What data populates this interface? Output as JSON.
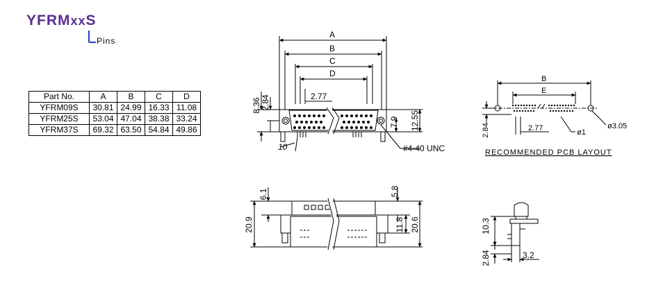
{
  "header": {
    "part_prefix": "YFRM",
    "part_xx": "xx",
    "part_suffix": "S",
    "pins_label": "Pins"
  },
  "table": {
    "headers": [
      "Part No.",
      "A",
      "B",
      "C",
      "D"
    ],
    "rows": [
      [
        "YFRM09S",
        "30.81",
        "24.99",
        "16.33",
        "11.08"
      ],
      [
        "YFRM25S",
        "53.04",
        "47.04",
        "38.38",
        "33.24"
      ],
      [
        "YFRM37S",
        "69.32",
        "63.50",
        "54.84",
        "49.86"
      ]
    ]
  },
  "front_view": {
    "dim_a": "A",
    "dim_b": "B",
    "dim_c": "C",
    "dim_d": "D",
    "dim_pitch": "2.77",
    "dim_836": "8.36",
    "dim_284": "2.84",
    "dim_79": "7.9",
    "dim_1255": "12.55",
    "dim_10": "10",
    "mount_hole": "#4-40 UNC"
  },
  "pcb_layout": {
    "dim_b": "B",
    "dim_e": "E",
    "dim_284": "2.84",
    "dim_277": "2.77",
    "dia_1": "ø1",
    "dia_305": "ø3.05",
    "caption": "RECOMMENDED PCB LAYOUT"
  },
  "top_view": {
    "dim_61": "6.1",
    "dim_58": "5.8",
    "dim_209": "20.9",
    "dim_118": "11.8",
    "dim_206": "20.6"
  },
  "side_view": {
    "dim_103": "10.3",
    "dim_284": "2.84",
    "dim_32": "3.2"
  }
}
